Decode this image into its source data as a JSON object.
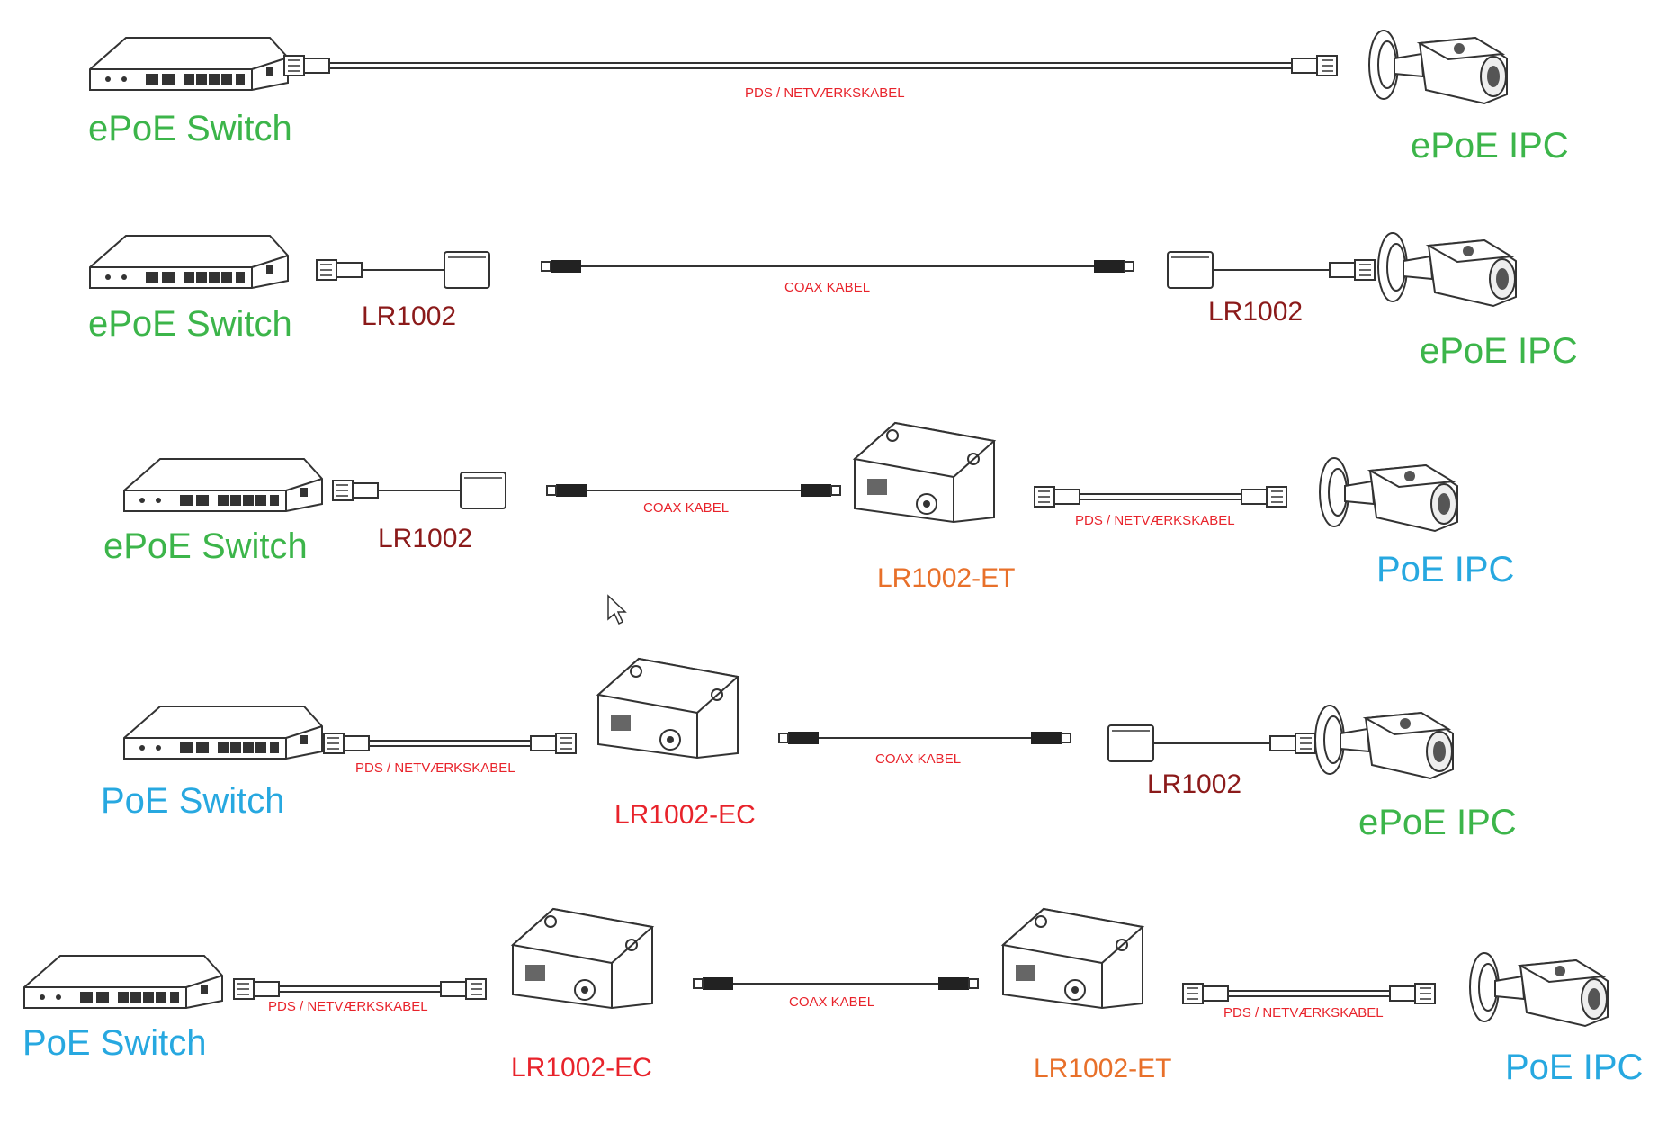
{
  "labels": {
    "epoe_switch": "ePoE Switch",
    "poe_switch": "PoE Switch",
    "epoe_ipc": "ePoE IPC",
    "poe_ipc": "PoE IPC",
    "lr1002": "LR1002",
    "lr1002_et": "LR1002-ET",
    "lr1002_ec": "LR1002-EC",
    "pds_cable": "PDS / NETVÆRKSKABEL",
    "coax_cable": "COAX KABEL"
  },
  "colors": {
    "epoe": "#3cb54a",
    "poe": "#27a8e0",
    "lr1002": "#8b1a1a",
    "lr1002_et": "#e8702a",
    "lr1002_ec": "#e8232b",
    "cable_label": "#e8232b"
  },
  "icons": {
    "switch": "network-switch-icon",
    "camera": "bullet-camera-icon",
    "rj45": "rj45-plug-icon",
    "bnc": "bnc-connector-icon",
    "ferrite": "ferrite-adapter-icon",
    "converter": "converter-box-icon",
    "cursor": "mouse-cursor-icon"
  }
}
